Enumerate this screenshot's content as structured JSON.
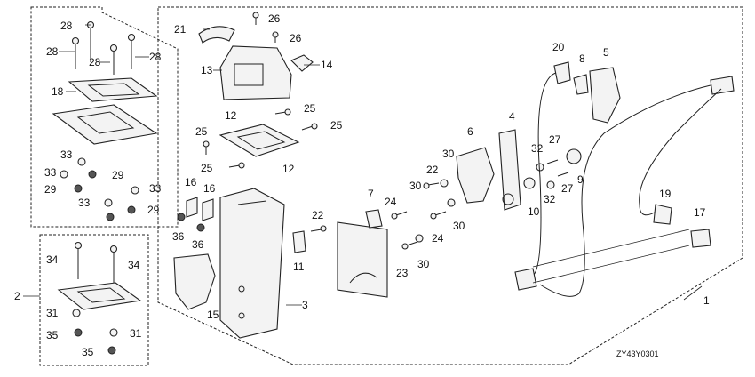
{
  "diagram_code": "ZY43Y0301",
  "callouts": [
    "1",
    "2",
    "3",
    "4",
    "5",
    "6",
    "7",
    "8",
    "9",
    "10",
    "11",
    "12",
    "12",
    "13",
    "14",
    "15",
    "16",
    "16",
    "17",
    "18",
    "19",
    "20",
    "21",
    "22",
    "22",
    "23",
    "24",
    "24",
    "25",
    "25",
    "25",
    "25",
    "26",
    "26",
    "27",
    "27",
    "28",
    "28",
    "28",
    "28",
    "29",
    "29",
    "29",
    "30",
    "30",
    "30",
    "30",
    "31",
    "31",
    "32",
    "32",
    "33",
    "33",
    "33",
    "33",
    "34",
    "34",
    "35",
    "35",
    "36",
    "36"
  ]
}
